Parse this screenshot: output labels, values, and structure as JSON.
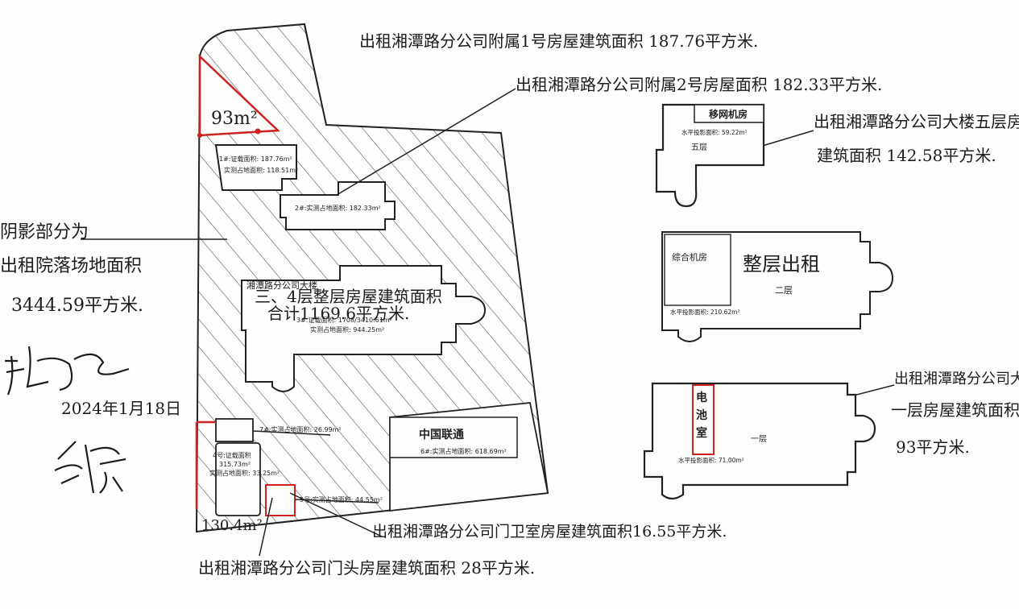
{
  "main_lot": {
    "area_label_top": "93m²",
    "area_label_bottom": "130.4m²",
    "hatch_note": [
      "阴影部分为",
      "出租院落场地面积",
      "3444.59平方米."
    ]
  },
  "buildings": {
    "b1": {
      "line1": "1#:证载面积: 187.76m²",
      "line2": "实测占地面积: 118.51m²"
    },
    "b2": {
      "line1": "2#:实测占地面积: 182.33m²"
    },
    "b3": {
      "line1": "3#:证载面积: 1708/3410.61m²",
      "line2": "实测占地面积: 944.25m²"
    },
    "b4": {
      "line1": "4号:证载面积",
      "line2": "315.73m²",
      "line3": "实测占地面积: 33.25m²"
    },
    "b5": {
      "line1": "5号:实测占地面积: 44.55m²"
    },
    "b6": {
      "name": "中国联通",
      "line1": "6#:实测占地面积: 618.69m²"
    },
    "b7": {
      "line1": "7#:实测占地面积: 26.99m²"
    }
  },
  "annotations": {
    "top1": "出租湘潭路分公司附属1号房屋建筑面积 187.76平方米.",
    "top2": "出租湘潭路分公司附属2号房屋面积 182.33平方米.",
    "center_lines": [
      "湘潭路分公司大楼",
      "三、4层整层房屋建筑面积",
      "合计1169.6平方米."
    ],
    "bottom1": "出租湘潭路分公司门卫室房屋建筑面积16.55平方米.",
    "bottom2": "出租湘潭路分公司门头房屋建筑面积 28平方米.",
    "right_top": [
      "出租湘潭路分公司大楼五层房屋",
      "建筑面积 142.58平方米."
    ],
    "right_bottom": [
      "出租湘潭路分公司大楼",
      "一层房屋建筑面积",
      "93平方米."
    ],
    "floor2_note": "整层出租"
  },
  "signatures": {
    "date": "2024年1月18日"
  },
  "floor5": {
    "room": "移网机房",
    "proj": "水平投影面积: 59.22m²",
    "label": "五层"
  },
  "floor2": {
    "room": "综合机房",
    "proj": "水平投影面积: 210.62m²",
    "label": "二层"
  },
  "floor1": {
    "room_line1": "电",
    "room_line2": "池",
    "room_line3": "室",
    "proj": "水平投影面积: 71.00m²",
    "label": "一层"
  }
}
